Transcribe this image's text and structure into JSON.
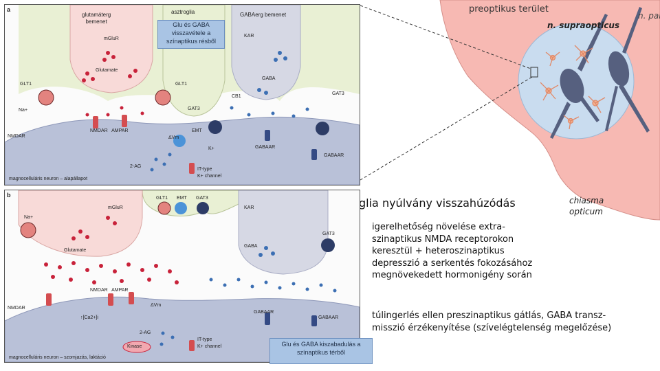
{
  "panel_a": {
    "letter": "a",
    "glutamatergic_input": "glutamáterg\nbemenet",
    "astroglia": "asztroglia",
    "gabaergic_input": "GABAerg bemenet",
    "callout": "Glu és GABA visszavétele a színaptikus résből",
    "labels": {
      "mglur": "mGluR",
      "glutamate": "Glutamate",
      "glt1_left": "GLT1",
      "glt1_right": "GLT1",
      "na": "Na+",
      "kar": "KAR",
      "gaba": "GABA",
      "cb1": "CB1",
      "gat3_left": "GAT3",
      "gat3_right": "GAT3",
      "nmdar_left": "NMDAR",
      "nmdar_ampar": "NMDAR   AMPAR",
      "emt": "EMT",
      "dv": "ΔVm",
      "k": "K+",
      "two_ag": "2-AG",
      "gabaar": "GABAAR",
      "gabaar2": "GABAAR",
      "it_type": "IT-type",
      "k_channel": "K+ channel"
    },
    "caption": "magnocelluláris neuron – alapállapot"
  },
  "panel_b": {
    "letter": "b",
    "labels": {
      "na": "Na+",
      "mglur": "mGluR",
      "glt1": "GLT1",
      "emt": "EMT",
      "gat3": "GAT3",
      "kar": "KAR",
      "gat3_right": "GAT3",
      "gaba": "GABA",
      "glutamate": "Glutamate",
      "nmdar_ampar": "NMDAR   AMPAR",
      "nmdar_left": "NMDAR",
      "ca": "↑[Ca2+]i",
      "dv": "ΔVm",
      "gabaar": "GABAAR",
      "gabaar2": "GABAAR",
      "two_ag": "2-AG",
      "kinase": "Kinase",
      "it_type": "IT-type",
      "k_channel": "K+ channel"
    },
    "caption": "magnocelluláris neuron – szomjazás, laktáció"
  },
  "bottom_callout": "Glu és GABA kiszabadulás a színaptikus térből",
  "brain": {
    "region_label": "preoptikus terület",
    "nucleus_label": "n. supraopticus",
    "edge_label": "n. par",
    "chiasma_label": "chiasma\nopticum"
  },
  "text": {
    "heading": "glia nyúlvány visszahúzódás",
    "para1": "igerelhetőség növelése extra-\nszinaptikus NMDA receptorokon\nkeresztül + heteroszinaptikus\ndepresszió a serkentés fokozásához\nmegnövekedett hormonigény során",
    "para2": "túlingerlés ellen preszinaptikus gátlás, GABA transz-\nmisszió érzékenyítése (szívelégtelenség megelőzése)"
  },
  "colors": {
    "brain_bg": "#f7b9b3",
    "nucleus_bg": "#c9dcef",
    "neuron": "#56607f",
    "astro": "#e9f0d4",
    "presyn_glu": "#f8dad8",
    "presyn_gaba": "#d6d8e4",
    "postsyn": "#b9c1d8",
    "glu_dot": "#c8223a",
    "gaba_dot": "#3c6fb3"
  }
}
